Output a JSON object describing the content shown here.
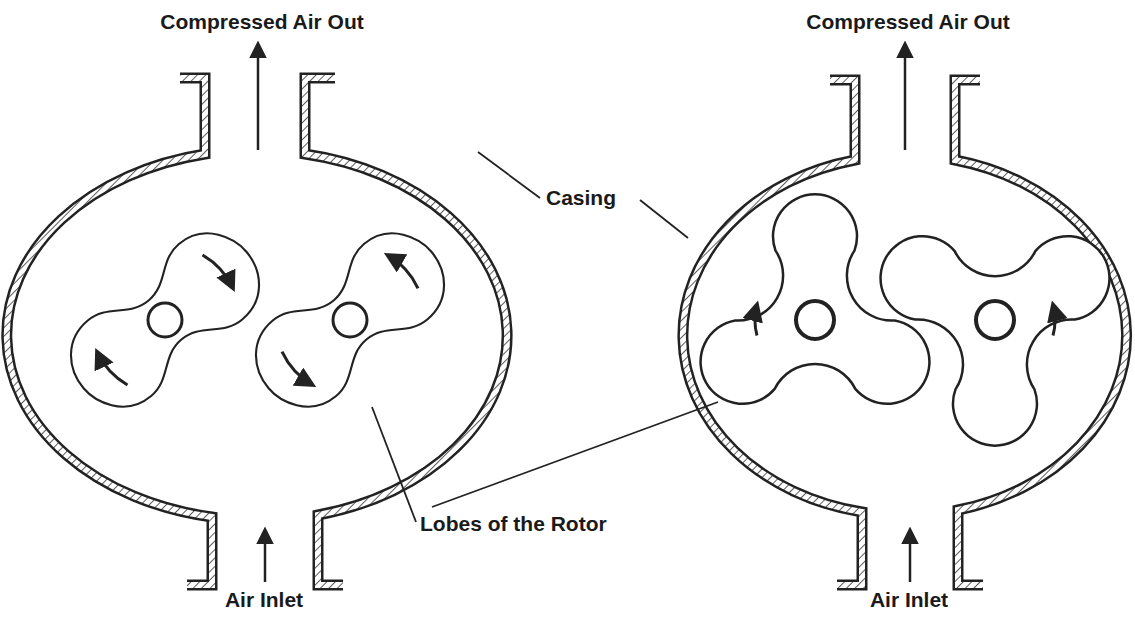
{
  "diagram": {
    "labels": [
      "Compressed Air Out",
      "Compressed Air Out",
      "Casing",
      "Lobes of the Rotor",
      "Air Inlet",
      "Air Inlet"
    ]
  }
}
